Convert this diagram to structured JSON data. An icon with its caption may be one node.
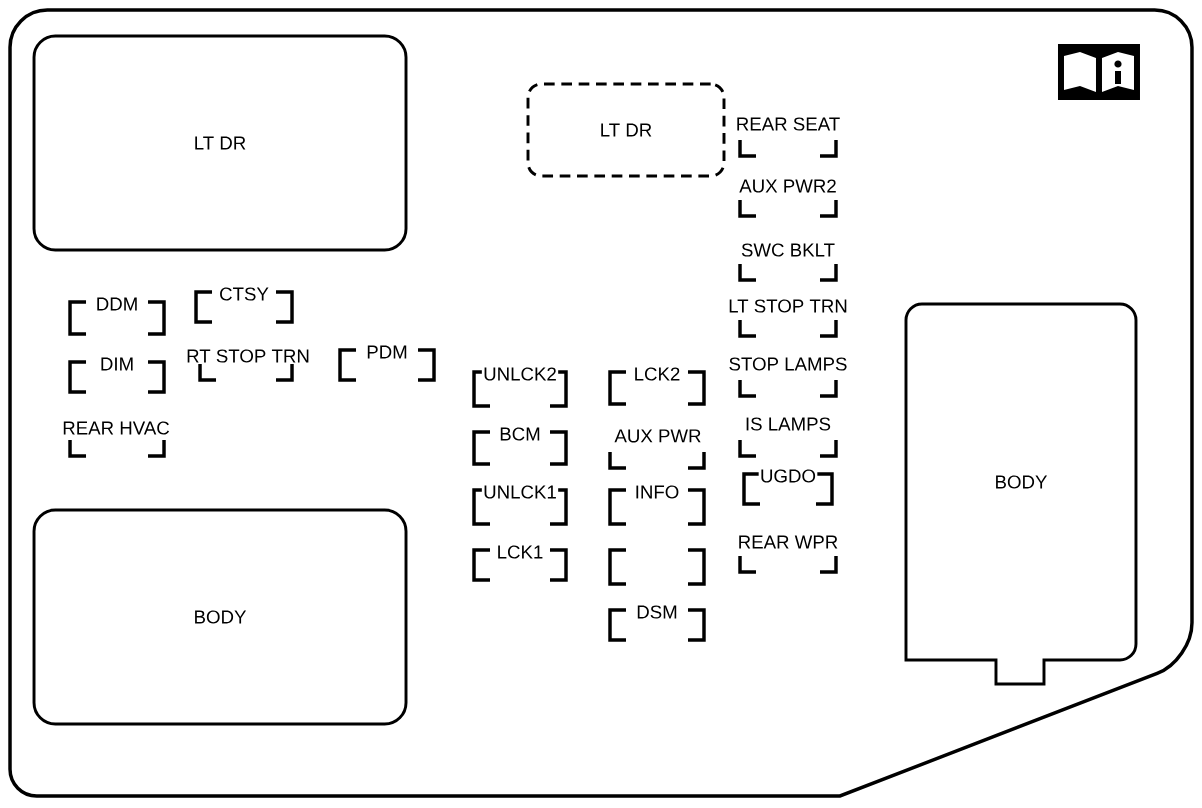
{
  "diagram": {
    "nodes": [
      {
        "text": [
          "LT DR"
        ]
      },
      {
        "text": [
          "LT DR"
        ]
      },
      {
        "text": [
          "REAR SEAT"
        ]
      },
      {
        "text": [
          "AUX PWR2"
        ]
      },
      {
        "text": [
          "SWC BKLT"
        ]
      },
      {
        "text": [
          "LT STOP TRN"
        ]
      },
      {
        "text": [
          "STOP LAMPS"
        ]
      },
      {
        "text": [
          "IS LAMPS"
        ]
      },
      {
        "text": [
          "UGDO"
        ]
      },
      {
        "text": [
          "REAR WPR"
        ]
      },
      {
        "text": [
          "DDM"
        ]
      },
      {
        "text": [
          "CTSY"
        ]
      },
      {
        "text": [
          "DIM"
        ]
      },
      {
        "text": [
          "RT STOP TRN"
        ]
      },
      {
        "text": [
          "PDM"
        ]
      },
      {
        "text": [
          "REAR HVAC"
        ]
      },
      {
        "text": [
          "UNLCK2"
        ]
      },
      {
        "text": [
          "BCM"
        ]
      },
      {
        "text": [
          "UNLCK1"
        ]
      },
      {
        "text": [
          "LCK1"
        ]
      },
      {
        "text": [
          "LCK2"
        ]
      },
      {
        "text": [
          "AUX PWR"
        ]
      },
      {
        "text": [
          "INFO"
        ]
      },
      {
        "text": [],
        "shape": "box"
      },
      {
        "text": [
          "DSM"
        ]
      },
      {
        "text": [
          "BODY"
        ]
      },
      {
        "text": [
          "BODY"
        ]
      }
    ]
  }
}
